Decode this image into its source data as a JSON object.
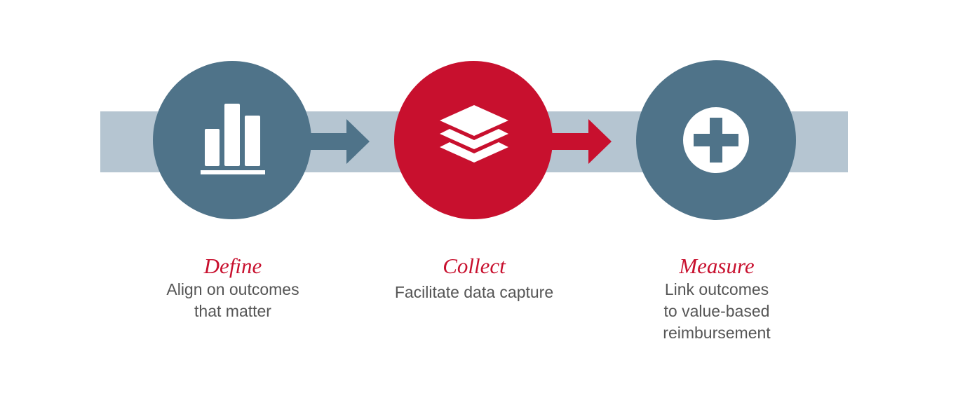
{
  "colors": {
    "band": "#b5c5d1",
    "slate": "#4f7389",
    "accent": "#c8102e",
    "icon": "#ffffff",
    "description_text": "#555555"
  },
  "steps": [
    {
      "title": "Define",
      "description_lines": [
        "Align on outcomes",
        "that matter"
      ],
      "icon": "bar-chart-icon",
      "circle_color": "slate"
    },
    {
      "title": "Collect",
      "description_lines": [
        "Facilitate data capture"
      ],
      "icon": "layers-icon",
      "circle_color": "accent"
    },
    {
      "title": "Measure",
      "description_lines": [
        "Link outcomes",
        "to value-based",
        "reimbursement"
      ],
      "icon": "plus-cross-icon",
      "circle_color": "slate"
    }
  ],
  "arrows": [
    {
      "from": "Define",
      "to": "Collect",
      "color": "slate"
    },
    {
      "from": "Collect",
      "to": "Measure",
      "color": "accent"
    }
  ]
}
